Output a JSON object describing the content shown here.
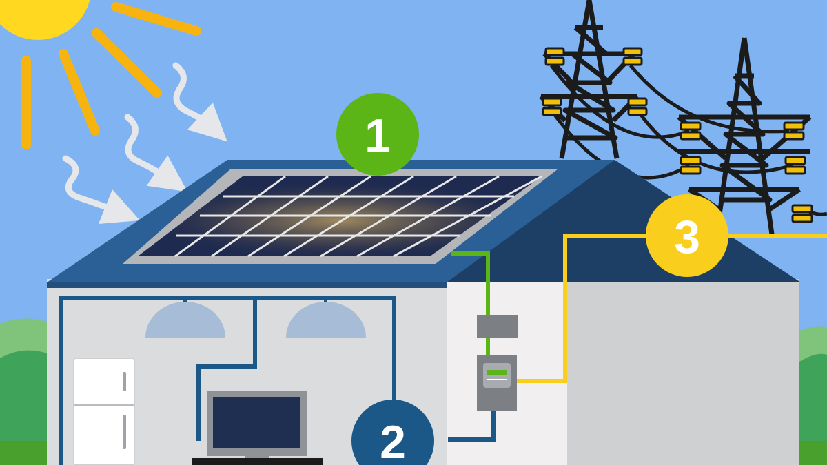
{
  "steps": [
    {
      "label": "1",
      "color": "#5cb517",
      "icon": "solar-panel-icon"
    },
    {
      "label": "2",
      "color": "#1b5787",
      "icon": "house-wiring-icon"
    },
    {
      "label": "3",
      "color": "#f9ce1c",
      "icon": "power-grid-icon"
    }
  ],
  "colors": {
    "sky": "#7fb3f2",
    "sun": "#ffd81f",
    "sun_rays": "#f7b410",
    "roof_front": "#2a6095",
    "roof_back": "#1d3f66",
    "wall_left": "#dadcde",
    "wall_front": "#f1eff0",
    "wall_right": "#cfd0d2",
    "house_wire": "#1b5787",
    "dc_wire": "#5cb517",
    "grid_wire": "#f9ce1c",
    "panel_cells": "#1e2a4f",
    "tower": "#1b1b1b",
    "insulator": "#f1c10a",
    "ground": "#4aa02c"
  }
}
